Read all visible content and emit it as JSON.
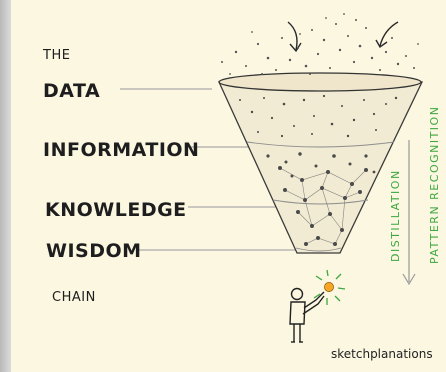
{
  "labels": {
    "the": "THE",
    "data": "DATA",
    "information": "INFORMATION",
    "knowledge": "KNOWLEDGE",
    "wisdom": "WISDOM",
    "chain": "CHAIN"
  },
  "side_labels": {
    "distillation": "DISTILLATION",
    "pattern_recognition": "PATTERN RECOGNITION"
  },
  "credit": "sketchplanations",
  "colors": {
    "paper": "#fbf7e1",
    "ink": "#1e1e1e",
    "accent_green": "#3ea83e",
    "gem_orange": "#f5a623"
  }
}
